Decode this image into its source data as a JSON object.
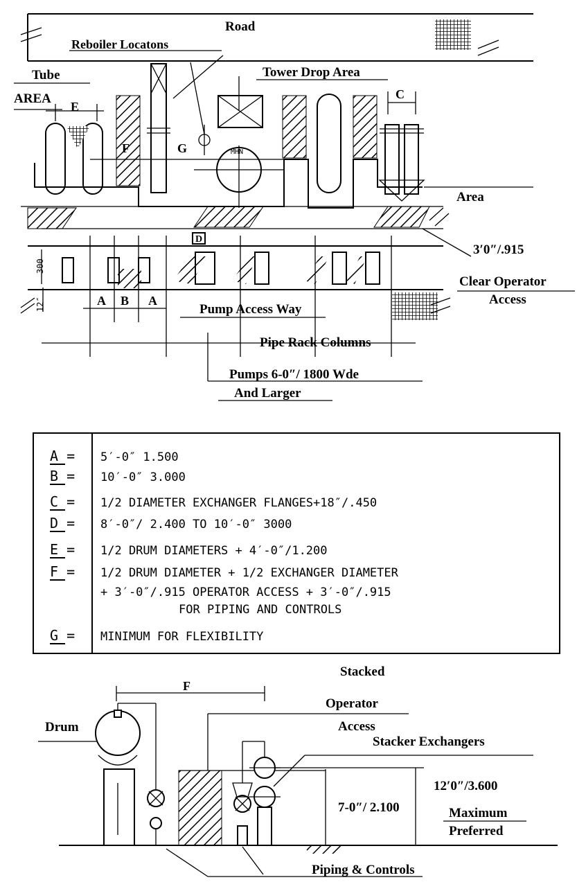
{
  "top_plan": {
    "labels": {
      "road": "Road",
      "reboiler": "Reboiler Locatons",
      "tube": "Tube",
      "area_top": "AREA",
      "tower_drop": "Tower Drop Area",
      "e": "E",
      "c": "C",
      "f": "F",
      "g": "G",
      "mhn": "MHN",
      "area_right": "Area",
      "clearance": "3′0″/.915",
      "clear_operator": "Clear Operator",
      "access": "Access",
      "pump_access": "Pump Access Way",
      "pipe_rack": "Pipe Rack Columns",
      "pumps": "Pumps 6-0″/ 1800 Wde",
      "and_larger": "And Larger",
      "dim_300": "300",
      "dim_12": "12″",
      "d": "D",
      "a1": "A",
      "b": "B",
      "a2": "A"
    }
  },
  "legend": {
    "rows": [
      {
        "key": "A =",
        "text": "5′-0″  1.500"
      },
      {
        "key": "B =",
        "text": "10′-0″  3.000"
      },
      {
        "key": "C =",
        "text": "1/2 DIAMETER EXCHANGER FLANGES+18″/.450"
      },
      {
        "key": "D =",
        "text": "8′-0″/ 2.400  TO 10′-0″  3000"
      },
      {
        "key": "E =",
        "text": "1/2  DRUM DIAMETERS + 4′-0″/1.200"
      },
      {
        "key": "F =",
        "text": "1/2 DRUM DIAMETER + 1/2 EXCHANGER DIAMETER"
      },
      {
        "key": "",
        "text": "+ 3′-0″/.915     OPERATOR ACCESS + 3′-0″/.915"
      },
      {
        "key": "",
        "text": "FOR PIPING AND CONTROLS"
      },
      {
        "key": "G =",
        "text": "MINIMUM FOR FLEXIBILITY"
      }
    ]
  },
  "elevation": {
    "labels": {
      "stacked": "Stacked",
      "f": "F",
      "operator": "Operator",
      "drum": "Drum",
      "access": "Access",
      "stacker_exchangers": "Stacker Exchangers",
      "height_max": "12′0″/3.600",
      "height_pref": "7-0″/ 2.100",
      "maximum": "Maximum",
      "preferred": "Preferred",
      "piping_controls": "Piping & Controls"
    }
  }
}
